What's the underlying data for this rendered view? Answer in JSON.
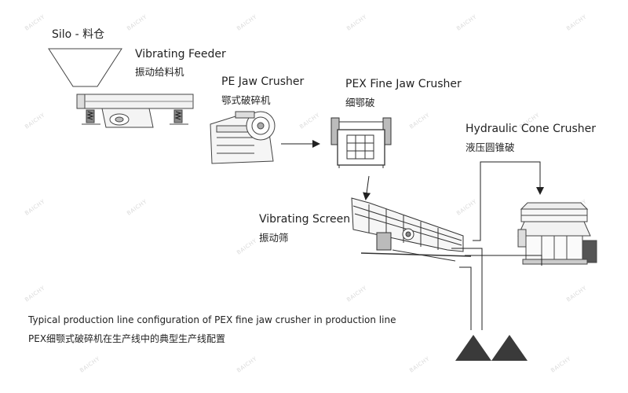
{
  "watermark": "BAICHY",
  "labels": {
    "silo": "Silo - 料仓",
    "feeder_en": "Vibrating Feeder",
    "feeder_zh": "振动给料机",
    "pe_en": "PE Jaw Crusher",
    "pe_zh": "鄂式破碎机",
    "pex_en": "PEX Fine Jaw Crusher",
    "pex_zh": "细鄂破",
    "cone_en": "Hydraulic Cone Crusher",
    "cone_zh": "液压圆锥破",
    "screen_en": "Vibrating Screen",
    "screen_zh": "振动筛"
  },
  "caption": {
    "en": "Typical production line configuration of PEX fine jaw crusher in production line",
    "zh": "PEX细颚式破碎机在生产线中的典型生产线配置"
  },
  "colors": {
    "line": "#222222",
    "machine": "#555555",
    "pile": "#3a3a3a"
  }
}
